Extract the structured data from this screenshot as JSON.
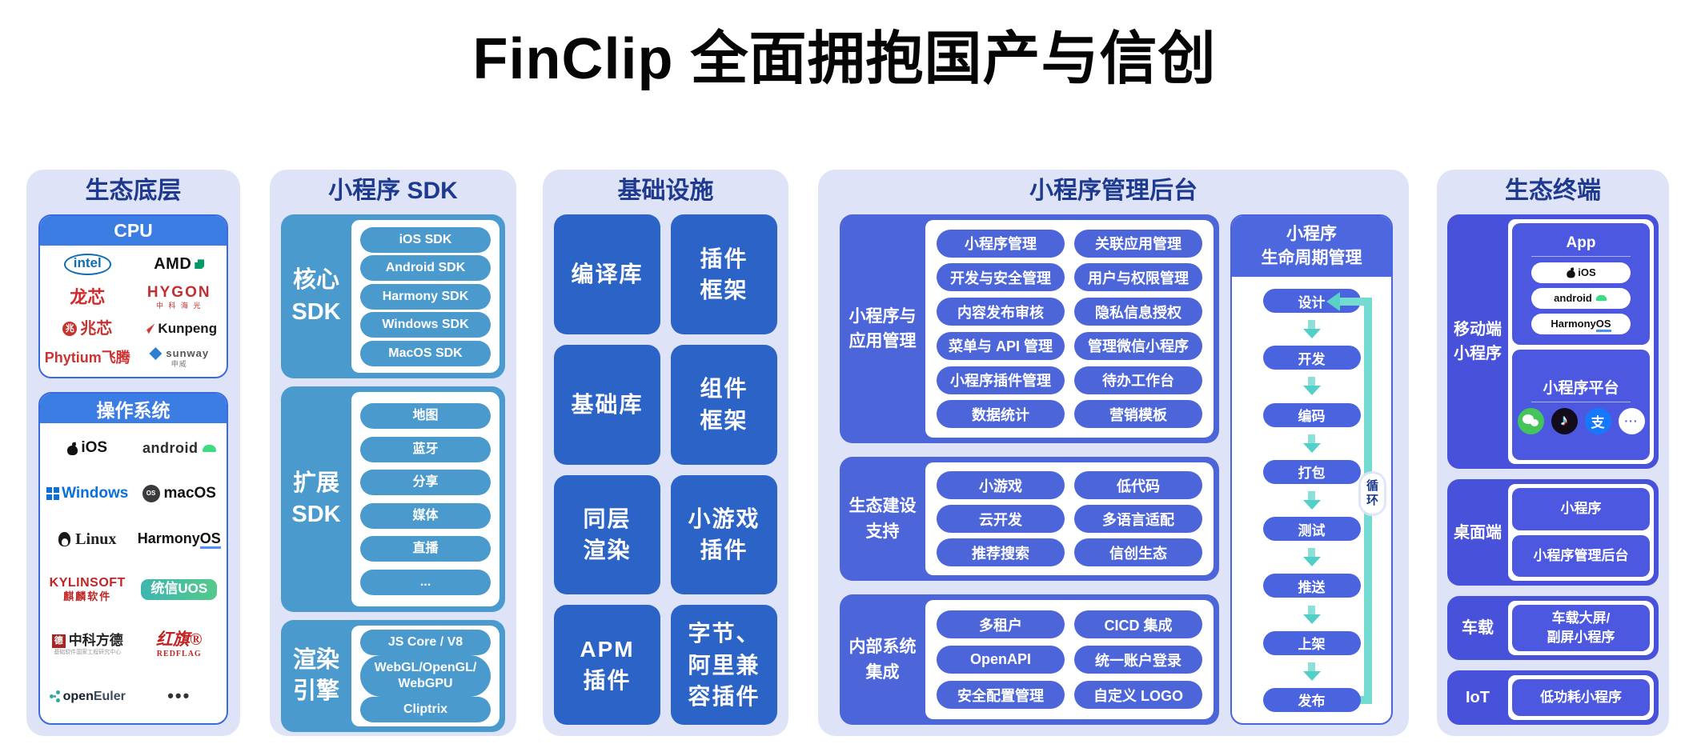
{
  "page_title": "FinClip 全面拥抱国产与信创",
  "colors": {
    "panel_bg": "#dfe3f7",
    "title_navy": "#1d3a8f",
    "eco_header_blue": "#3c7de4",
    "sdk_blue": "#4a9ace",
    "infra_blue": "#2b63c7",
    "admin_indigo": "#4c66d9",
    "lifecycle_indigo": "#4a63de",
    "terminal_indigo": "#4751d9",
    "arrow_teal": "#52cfc6"
  },
  "eco": {
    "title": "生态底层",
    "cpu": {
      "header": "CPU",
      "logos": [
        {
          "id": "intel",
          "text": "intel"
        },
        {
          "id": "amd",
          "text": "AMD"
        },
        {
          "id": "loongson",
          "text": "龙芯"
        },
        {
          "id": "hygon",
          "text": "HYGON",
          "sub": "中 科 海 光"
        },
        {
          "id": "zhaoxin",
          "text": "兆芯"
        },
        {
          "id": "kunpeng",
          "text": "Kunpeng"
        },
        {
          "id": "phytium",
          "text": "Phytium飞腾"
        },
        {
          "id": "sunway",
          "text": "sunway",
          "sub": "申威"
        }
      ]
    },
    "os": {
      "header": "操作系统",
      "logos": [
        {
          "id": "ios",
          "text": "iOS"
        },
        {
          "id": "android",
          "text": "android"
        },
        {
          "id": "windows",
          "text": "Windows"
        },
        {
          "id": "macos",
          "text": "macOS"
        },
        {
          "id": "linux",
          "text": "Linux"
        },
        {
          "id": "harmonyos",
          "text": "HarmonyOS"
        },
        {
          "id": "kylinsoft",
          "text": "KYLINSOFT",
          "sub": "麒麟软件"
        },
        {
          "id": "uos",
          "text": "统信UOS"
        },
        {
          "id": "fangde",
          "text": "中科方德",
          "sub": "基础软件国家工程研究中心"
        },
        {
          "id": "redflag",
          "text": "红旗®",
          "sub": "REDFLAG"
        },
        {
          "id": "openeuler",
          "text": "openEuler"
        },
        {
          "id": "more",
          "text": "•••"
        }
      ]
    }
  },
  "sdk": {
    "title": "小程序 SDK",
    "groups": [
      {
        "id": "core",
        "label": [
          "核心",
          "SDK"
        ],
        "pills": [
          [
            "iOS SDK"
          ],
          [
            "Android SDK"
          ],
          [
            "Harmony SDK"
          ],
          [
            "Windows SDK"
          ],
          [
            "MacOS SDK"
          ]
        ]
      },
      {
        "id": "ext",
        "label": [
          "扩展",
          "SDK"
        ],
        "pills": [
          [
            "地图"
          ],
          [
            "蓝牙"
          ],
          [
            "分享"
          ],
          [
            "媒体"
          ],
          [
            "直播"
          ],
          [
            "..."
          ]
        ]
      },
      {
        "id": "render",
        "label": [
          "渲染",
          "引擎"
        ],
        "pills": [
          [
            "JS Core / V8"
          ],
          [
            "WebGL/OpenGL/",
            "WebGPU"
          ],
          [
            "Cliptrix"
          ]
        ]
      }
    ]
  },
  "infra": {
    "title": "基础设施",
    "cells": [
      [
        "编译库"
      ],
      [
        "插件",
        "框架"
      ],
      [
        "基础库"
      ],
      [
        "组件",
        "框架"
      ],
      [
        "同层",
        "渲染"
      ],
      [
        "小游戏",
        "插件"
      ],
      [
        "APM",
        "插件"
      ],
      [
        "字节、",
        "阿里兼",
        "容插件"
      ]
    ]
  },
  "admin": {
    "title": "小程序管理后台",
    "groups": [
      {
        "id": "apps",
        "label": [
          "小程序与",
          "应用管理"
        ],
        "pills": [
          "小程序管理",
          "关联应用管理",
          "开发与安全管理",
          "用户与权限管理",
          "内容发布审核",
          "隐私信息授权",
          "菜单与 API 管理",
          "管理微信小程序",
          "小程序插件管理",
          "待办工作台",
          "数据统计",
          "营销模板"
        ]
      },
      {
        "id": "eco",
        "label": [
          "生态建设",
          "支持"
        ],
        "pills": [
          "小游戏",
          "低代码",
          "云开发",
          "多语言适配",
          "推荐搜索",
          "信创生态"
        ]
      },
      {
        "id": "int",
        "label": [
          "内部系统",
          "集成"
        ],
        "pills": [
          "多租户",
          "CICD 集成",
          "OpenAPI",
          "统一账户登录",
          "安全配置管理",
          "自定义 LOGO"
        ]
      }
    ],
    "lifecycle": {
      "header": [
        "小程序",
        "生命周期管理"
      ],
      "steps": [
        "设计",
        "开发",
        "编码",
        "打包",
        "测试",
        "推送",
        "上架",
        "发布"
      ],
      "loop_label": [
        "循",
        "环"
      ]
    }
  },
  "terminal": {
    "title": "生态终端",
    "sections": [
      {
        "id": "mobile",
        "label": [
          "移动端",
          "小程序"
        ],
        "boxes": [
          {
            "kind": "app",
            "title": "App",
            "pills": [
              {
                "icon": "apple",
                "text": "iOS"
              },
              {
                "icon": "android-head",
                "text": "android"
              },
              {
                "icon": "none",
                "text": "HarmonyOS"
              }
            ]
          },
          {
            "kind": "platform",
            "title": "小程序平台",
            "icons": [
              "wechat",
              "douyin",
              "alipay",
              "more"
            ]
          }
        ]
      },
      {
        "id": "desktop",
        "label": [
          "桌面端"
        ],
        "boxes": [
          {
            "kind": "simple",
            "title": [
              "小程序"
            ]
          },
          {
            "kind": "simple",
            "title": [
              "小程序管理后台"
            ]
          }
        ]
      },
      {
        "id": "vehicle",
        "label": [
          "车载"
        ],
        "boxes": [
          {
            "kind": "simple",
            "title": [
              "车载大屏/",
              "副屏小程序"
            ]
          }
        ]
      },
      {
        "id": "iot",
        "label": [
          "IoT"
        ],
        "boxes": [
          {
            "kind": "simple",
            "title": [
              "低功耗小程序"
            ]
          }
        ]
      }
    ]
  }
}
